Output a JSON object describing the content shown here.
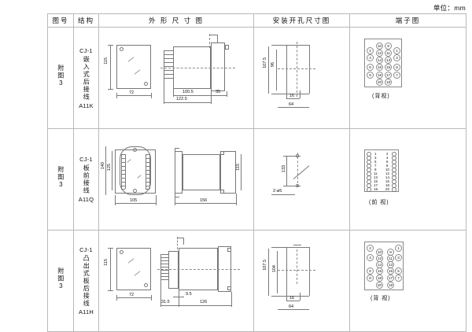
{
  "unit_note": "单位：mm",
  "table": {
    "headers": [
      "图号",
      "结构",
      "外 形 尺 寸 图",
      "安装开孔尺寸图",
      "端子图"
    ],
    "rows": [
      {
        "fig_no": "附图3",
        "model": "CJ-1",
        "struct_cn": "嵌入式后接线",
        "struct_code": "A11K",
        "outline_dims": [
          "115",
          "72",
          "100.5",
          "122.5",
          "35"
        ],
        "mount_dims": [
          "107.5",
          "96",
          "16",
          "64"
        ],
        "terminal_view": "(背视)",
        "terminal_numbers": [
          "2",
          "10",
          "9",
          "1",
          "12",
          "11",
          "3",
          "4",
          "14",
          "13",
          "6",
          "16",
          "15",
          "5",
          "8",
          "18",
          "17",
          "7",
          "20",
          "19"
        ]
      },
      {
        "fig_no": "附图3",
        "model": "CJ-1",
        "struct_cn": "板前接线",
        "struct_code": "A11Q",
        "outline_dims": [
          "140",
          "125",
          "105",
          "156",
          "115"
        ],
        "mount_dims": [
          "133",
          "2-ø5"
        ],
        "terminal_view": "(前 视)",
        "terminal_numbers": [
          "1",
          "2",
          "3",
          "4",
          "5",
          "6",
          "7",
          "8",
          "9",
          "10",
          "11",
          "12",
          "13",
          "14",
          "15",
          "16",
          "17",
          "18",
          "19",
          "20"
        ]
      },
      {
        "fig_no": "附图3",
        "model": "CJ-1",
        "struct_cn": "凸出式板后接线",
        "struct_code": "A11H",
        "outline_dims": [
          "115",
          "72",
          "31.5",
          "9.5",
          "126"
        ],
        "mount_dims": [
          "107.5",
          "104",
          "16",
          "64"
        ],
        "terminal_view": "(背 视)",
        "terminal_numbers": [
          "2",
          "10",
          "9",
          "1",
          "4",
          "12",
          "11",
          "3",
          "14",
          "13",
          "6",
          "16",
          "15",
          "5",
          "8",
          "18",
          "17",
          "7",
          "20",
          "19"
        ]
      }
    ]
  },
  "colors": {
    "line": "#7a7a7a",
    "border": "#b9b9b9",
    "text": "#111111"
  }
}
